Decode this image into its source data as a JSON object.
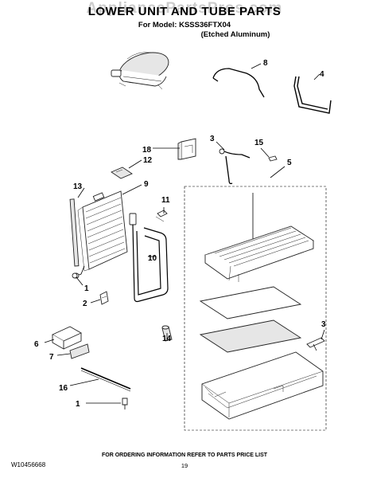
{
  "watermark": "AppliancePartsPros.com",
  "header": {
    "title": "LOWER UNIT AND TUBE PARTS",
    "model": "For Model: KSSS36FTX04",
    "variant": "(Etched Aluminum)"
  },
  "callouts": [
    "8",
    "4",
    "18",
    "12",
    "3",
    "15",
    "5",
    "13",
    "9",
    "11",
    "10",
    "1",
    "2",
    "3",
    "14",
    "6",
    "7",
    "16",
    "1"
  ],
  "footer": {
    "note": "FOR ORDERING INFORMATION REFER TO PARTS PRICE LIST",
    "page_number": "19",
    "document_number": "W10456668"
  }
}
